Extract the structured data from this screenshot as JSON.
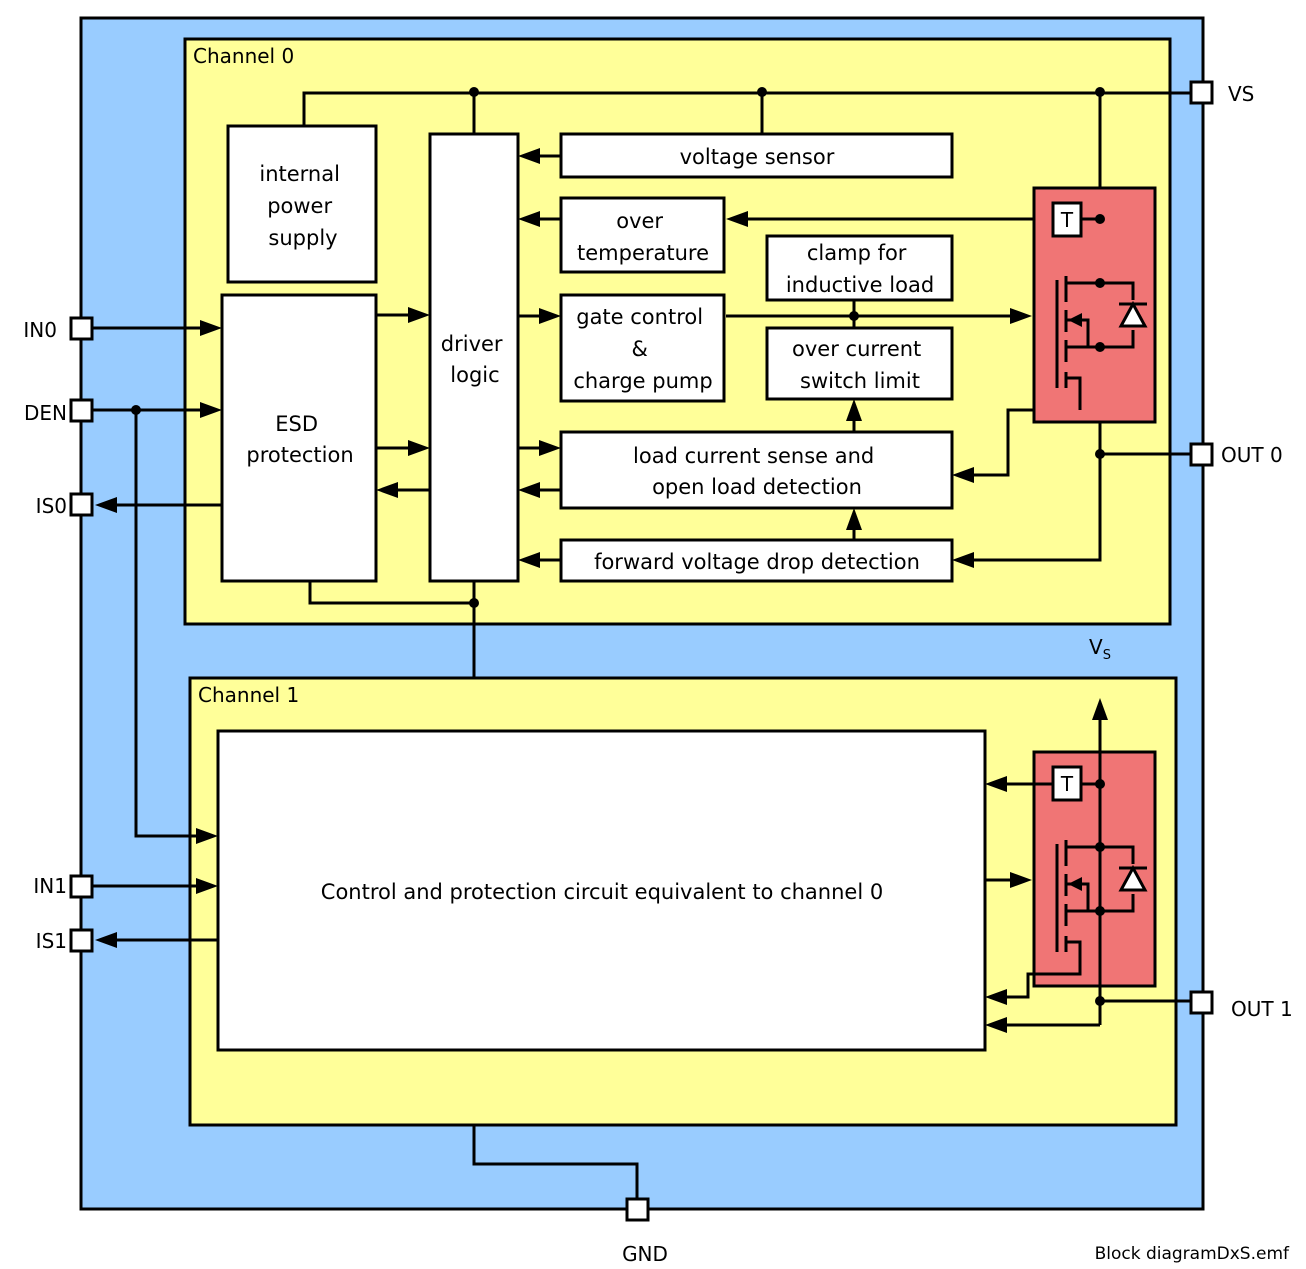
{
  "diagram": {
    "colors": {
      "package": "#99ccff",
      "channel": "#ffff99",
      "power_stage": "#f07575",
      "block": "#ffffff"
    },
    "channel0": {
      "title": "Channel 0",
      "blocks": {
        "internal_power_supply": [
          "internal",
          "power",
          "supply"
        ],
        "esd_protection": [
          "ESD",
          "protection"
        ],
        "driver_logic": [
          "driver",
          "logic"
        ],
        "voltage_sensor": "voltage sensor",
        "over_temperature": [
          "over",
          "temperature"
        ],
        "clamp": [
          "clamp for",
          "inductive load"
        ],
        "gate_control": [
          "gate control",
          "&",
          "charge pump"
        ],
        "over_current": [
          "over current",
          "switch limit"
        ],
        "load_current_sense": [
          "load current sense and",
          "open load detection"
        ],
        "forward_voltage": "forward voltage drop detection"
      },
      "temp_sensor": "T"
    },
    "channel1": {
      "title": "Channel 1",
      "block": "Control and protection circuit equivalent to channel 0",
      "temp_sensor": "T"
    },
    "pins": {
      "vs": "VS",
      "out0": "OUT 0",
      "out1": "OUT 1",
      "in0": "IN0",
      "den": "DEN",
      "is0": "IS0",
      "in1": "IN1",
      "is1": "IS1",
      "gnd": "GND"
    },
    "vs_internal": {
      "main": "V",
      "sub": "S"
    },
    "caption": "Block diagramDxS.emf"
  }
}
